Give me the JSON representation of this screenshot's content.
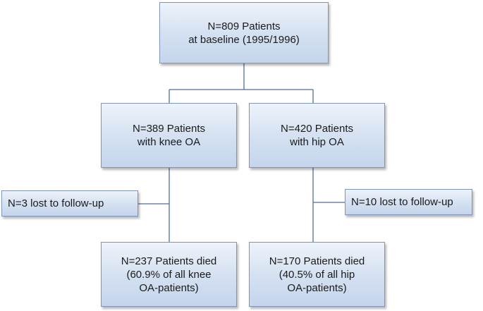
{
  "nodes": {
    "baseline": {
      "line1": "N=809 Patients",
      "line2": "at baseline (1995/1996)"
    },
    "knee": {
      "line1": "N=389 Patients",
      "line2": "with knee OA"
    },
    "hip": {
      "line1": "N=420 Patients",
      "line2": "with hip OA"
    },
    "knee_lost": {
      "line1": "N=3 lost to follow-up"
    },
    "hip_lost": {
      "line1": "N=10 lost to follow-up"
    },
    "knee_died": {
      "line1": "N=237 Patients died",
      "line2": "(60.9% of all knee",
      "line3": "OA-patients)"
    },
    "hip_died": {
      "line1": "N=170 Patients died",
      "line2": "(40.5% of all hip",
      "line3": "OA-patients)"
    }
  },
  "colors": {
    "box_border": "#7f96b8",
    "box_fill_top": "#eef3fa",
    "box_fill_bottom": "#c5d5ec",
    "connector": "#4f6f9b"
  }
}
